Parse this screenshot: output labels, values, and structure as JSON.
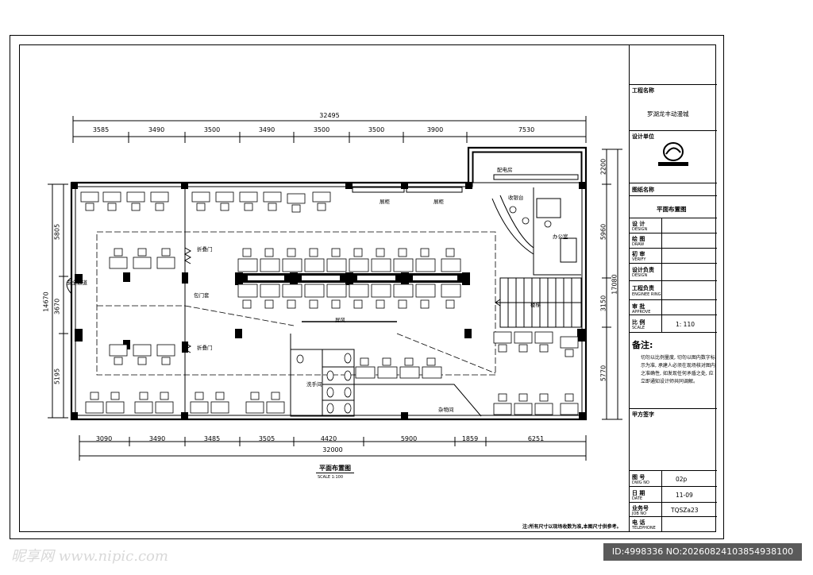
{
  "titleblock": {
    "project_label": "工程名称",
    "project_name": "罗湖龙丰动漫城",
    "design_unit_label": "设计单位",
    "drawing_name_label": "图纸名称",
    "drawing_name": "平面布置图",
    "design": {
      "cn": "设 计",
      "en": "DESIGN"
    },
    "draw": {
      "cn": "绘 图",
      "en": "DRAW"
    },
    "verify": {
      "cn": "初 审",
      "en": "VERIFY"
    },
    "design_lead": {
      "cn": "设计负责",
      "en": "DESIGN"
    },
    "engineer": {
      "cn": "工程负责",
      "en": "ENGINEE RING"
    },
    "approve": {
      "cn": "审 批",
      "en": "APPROVE"
    },
    "scale": {
      "cn": "比 例",
      "en": "SCALE",
      "value": "1: 110"
    },
    "notes_label": "备注:",
    "notes_text": "切勿以比例量度, 切勿以图内数字标示为准, 承建人必须在现场核对图内之准确性, 如发现任何矛盾之处, 应立即通知设计师共同调解。",
    "client_sign": "甲方签字",
    "dwg_no": {
      "cn": "图 号",
      "en": "DWG NO",
      "value": "02p"
    },
    "date": {
      "cn": "日 期",
      "en": "DATE",
      "value": "11-09"
    },
    "job_no": {
      "cn": "业务号",
      "en": "JOB NO",
      "value": "TQSZa23"
    },
    "telephone": {
      "cn": "电 话",
      "en": "TELEPHONE",
      "value": ""
    }
  },
  "plan": {
    "title": "平面布置图",
    "scale_note": "SCALE 1:100",
    "footnote": "注:所有尺寸以现场收数为准,本图尺寸供参考。",
    "top_total": "32495",
    "top_dims": [
      "3585",
      "3490",
      "3500",
      "3490",
      "3500",
      "3500",
      "3900",
      "7530"
    ],
    "bottom_total": "32000",
    "bottom_dims": [
      "3090",
      "3490",
      "3485",
      "3505",
      "4420",
      "5900",
      "1859",
      "6251"
    ],
    "left_total": "14670",
    "left_dims": [
      "5805",
      "3670",
      "5195"
    ],
    "right_total": "17080",
    "right_dims": [
      "2200",
      "5960",
      "3150",
      "5770"
    ],
    "rooms": {
      "power_room": "配电房",
      "front_desk": "收银台",
      "office": "办公室",
      "cabinet_a": "展柜",
      "cabinet_b": "展柜",
      "folding_door_a": "折叠门",
      "folding_door_b": "折叠门",
      "glass_door": "包门套",
      "screen": "屏风",
      "safety_exit": "安全通道",
      "washroom": "洗手间",
      "storage": "杂物间",
      "stairs": "楼梯"
    }
  },
  "watermark": {
    "site": "昵享网 www.nipic.com",
    "id_text": "ID:4998336 NO:20260824103854938100"
  }
}
